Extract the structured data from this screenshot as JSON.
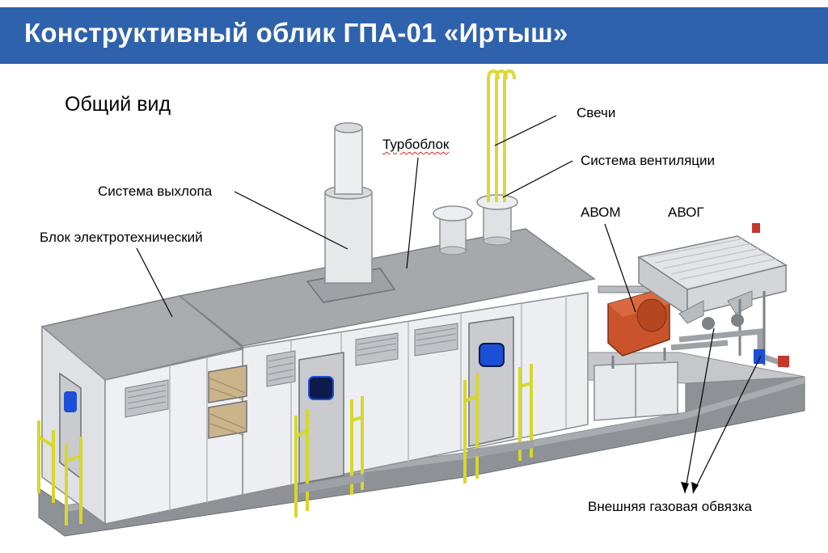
{
  "slide": {
    "title": "Конструктивный облик ГПА-01 «Иртыш»",
    "subtitle": "Общий вид",
    "header_color": "#2f62ac"
  },
  "labels": {
    "svechi": "Свечи",
    "turboblok": "Турбоблок",
    "sistema_ventilyacii": "Система вентиляции",
    "sistema_vyhlopa": "Система выхлопа",
    "avom": "АВОМ",
    "avog": "АВОГ",
    "blok_elektrotehnicheskiy": "Блок электротехнический",
    "vneshnyaya_gazovaya_obvyazka": "Внешняя газовая обвязка"
  },
  "colors": {
    "module_body": "#e9ebee",
    "module_roof": "#a9abaf",
    "frame": "#8c8f93",
    "ladder": "#d7d72b",
    "avom": "#c9542b",
    "window": "#1b4fd6",
    "pipe_yellow": "#dcd839"
  }
}
